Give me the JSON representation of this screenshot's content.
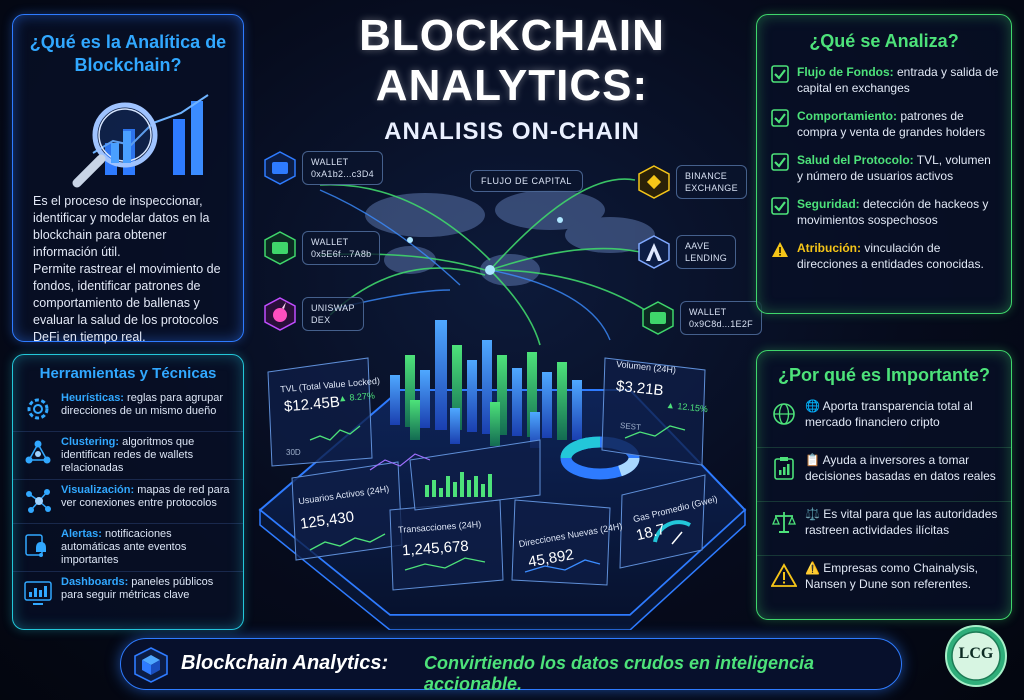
{
  "title": {
    "line1": "BLOCKCHAIN",
    "line2": "ANALYTICS:",
    "subtitle": "ANALISIS ON-CHAIN"
  },
  "what_is": {
    "heading": "¿Qué es la Analítica de Blockchain?",
    "body1": "Es el proceso de inspeccionar, identificar y modelar datos en la blockchain para obtener información útil.",
    "body2": "Permite rastrear el movimiento de fondos, identificar patrones de comportamiento de ballenas y evaluar la salud de los protocolos DeFi en tiempo real."
  },
  "tools": {
    "heading": "Herramientas y Técnicas",
    "items": [
      {
        "name": "Heurísticas:",
        "desc": " reglas para agrupar direcciones de un mismo dueño",
        "icon": "gear-icon"
      },
      {
        "name": "Clustering:",
        "desc": " algoritmos que identifican redes de wallets relacionadas",
        "icon": "cluster-icon"
      },
      {
        "name": "Visualización:",
        "desc": " mapas de red para ver conexiones entre protocolos",
        "icon": "network-icon"
      },
      {
        "name": "Alertas:",
        "desc": " notificaciones automáticas ante eventos importantes",
        "icon": "bell-icon"
      },
      {
        "name": "Dashboards:",
        "desc": " paneles públicos para seguir métricas clave",
        "icon": "dashboard-icon"
      }
    ]
  },
  "analyze": {
    "heading": "¿Qué se Analiza?",
    "items": [
      {
        "name": "Flujo de Fondos:",
        "desc": " entrada y salida de capital en exchanges",
        "type": "check"
      },
      {
        "name": "Comportamiento:",
        "desc": " patrones de compra y venta de grandes holders",
        "type": "check"
      },
      {
        "name": "Salud del Protocolo:",
        "desc": " TVL, volumen y número de usuarios activos",
        "type": "check"
      },
      {
        "name": "Seguridad:",
        "desc": " detección de hackeos y movimientos sospechosos",
        "type": "check"
      },
      {
        "name": "Atribución:",
        "desc": " vinculación de direcciones a entidades conocidas.",
        "type": "warn"
      }
    ]
  },
  "why": {
    "heading": "¿Por qué es Importante?",
    "items": [
      {
        "text": "🌐 Aporta transparencia total al mercado financiero cripto",
        "icon": "globe-icon"
      },
      {
        "text": "📋 Ayuda a inversores a tomar decisiones basadas en datos reales",
        "icon": "clipboard-icon"
      },
      {
        "text": "⚖️ Es vital para que las autoridades rastreen actividades ilícitas",
        "icon": "scales-icon"
      },
      {
        "text": "⚠️ Empresas como Chainalysis, Nansen y Dune son referentes.",
        "icon": "warning-icon"
      }
    ]
  },
  "nodes": {
    "wallet1": {
      "line1": "WALLET",
      "line2": "0xA1b2...c3D4"
    },
    "wallet2": {
      "line1": "WALLET",
      "line2": "0x5E6f...7A8b"
    },
    "uniswap": {
      "line1": "UNISWAP",
      "line2": "DEX"
    },
    "binance": {
      "line1": "BINANCE",
      "line2": "EXCHANGE"
    },
    "aave": {
      "line1": "AAVE",
      "line2": "LENDING"
    },
    "wallet3": {
      "line1": "WALLET",
      "line2": "0x9C8d...1E2F"
    },
    "flujo": "FLUJO DE CAPITAL"
  },
  "metrics": {
    "tvl": {
      "label": "TVL (Total Value Locked)",
      "value": "$12.45B",
      "change": "▲ 8.27%",
      "sub": "30D"
    },
    "volumen": {
      "label": "Volumen (24H)",
      "value": "$3.21B",
      "change": "▲ 12.15%",
      "sub": "SEST"
    },
    "usuarios": {
      "label": "Usuarios Activos (24H)",
      "value": "125,430"
    },
    "transacciones": {
      "label": "Transacciones (24H)",
      "value": "1,245,678"
    },
    "direcciones": {
      "label": "Direcciones Nuevas (24H)",
      "value": "45,892"
    },
    "gas": {
      "label": "Gas Promedio (Gwei)",
      "value": "18.7"
    }
  },
  "banner": {
    "brand": "Blockchain Analytics:",
    "tagline": "Convirtiendo los datos crudos en inteligencia accionable.",
    "logo": "LCG"
  },
  "colors": {
    "blue": "#2e7bff",
    "green": "#3fd66b",
    "cyan": "#23c7d9",
    "yellow": "#f5c518"
  }
}
